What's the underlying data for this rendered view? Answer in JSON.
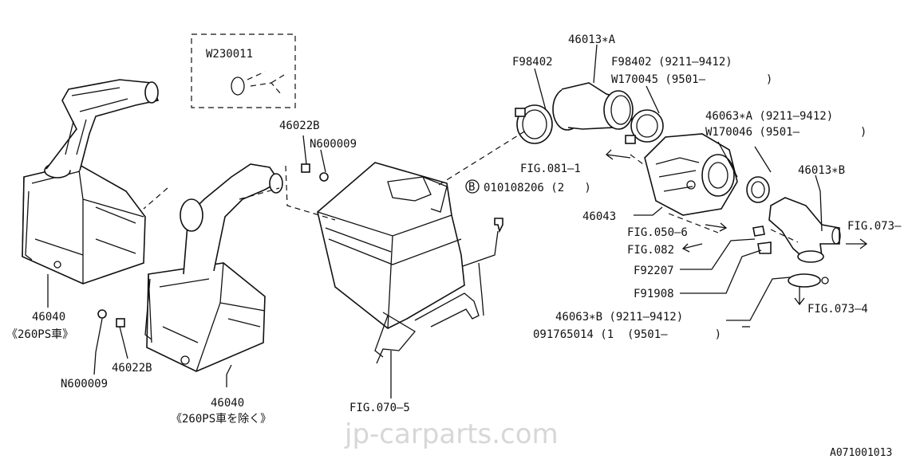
{
  "labels": {
    "w230011": "W230011",
    "p46013a": "46013∗A",
    "f98402_top": "F98402",
    "f98402_b": "F98402 (9211–9412)",
    "w170045": "W170045 (9501–         )",
    "p46063a": "46063∗A (9211–9412)",
    "w170046": "W170046 (9501–         )",
    "p46022b_top": "46022B",
    "n600009_top": "N600009",
    "fig081": "FIG.081–1",
    "p46013b": "46013∗B",
    "b_circle": "B",
    "bolt": "010108206 (2   )",
    "p46043": "46043",
    "fig050": "FIG.050–6",
    "fig073_r": "FIG.073–",
    "fig082": "FIG.082",
    "f92207": "F92207",
    "f91908": "F91908",
    "fig073_4": "FIG.073–4",
    "p46063b": "46063∗B (9211–9412)",
    "c091765014": "091765014 (1  (9501–       )",
    "p46040_left": "46040",
    "note_260ps": "《260PS車》",
    "n600009_bottom": "N600009",
    "p46022b_bottom": "46022B",
    "p46040_bottom": "46040",
    "note_260ps_excl": "《260PS車を除く》",
    "fig070": "FIG.070–5"
  },
  "watermark": "jp-carparts.com",
  "diagram_code": "A071001013"
}
